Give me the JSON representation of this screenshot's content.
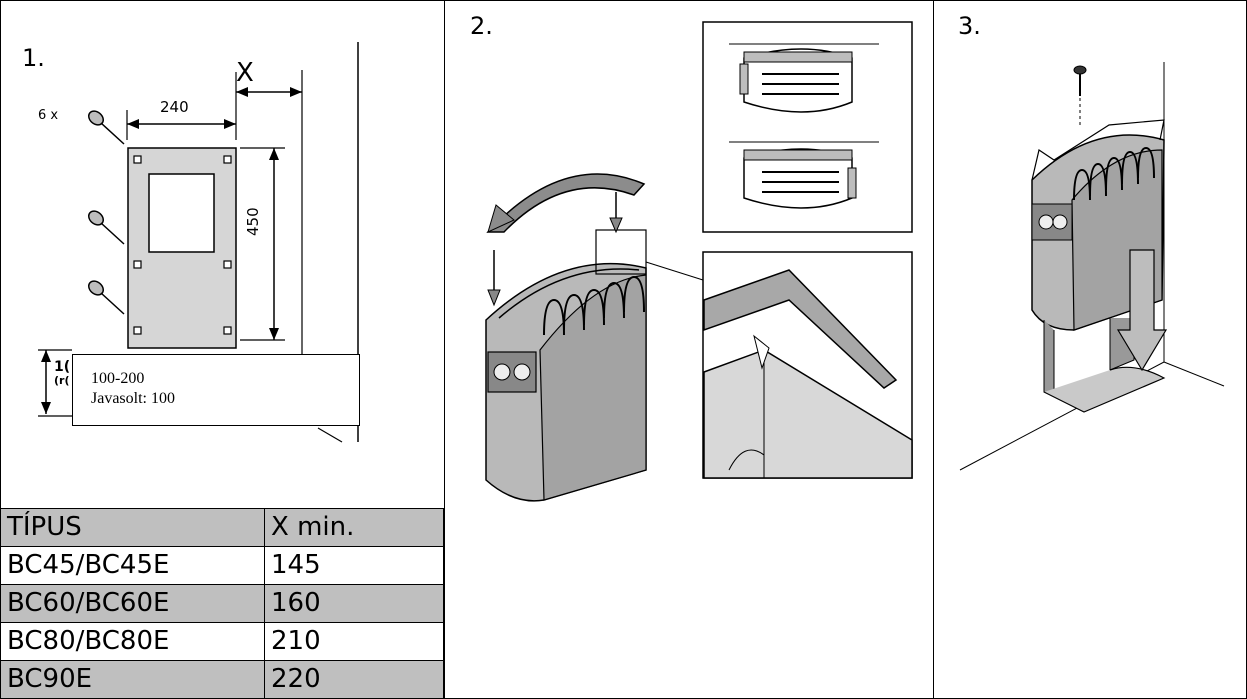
{
  "steps": {
    "step1_label": "1.",
    "step2_label": "2.",
    "step3_label": "3."
  },
  "panel1": {
    "dim_width": "240",
    "dim_height": "450",
    "dim_x": "X",
    "screw_count": "6 x",
    "partial_left_label_1": "1(",
    "partial_left_label_2": "(r(",
    "callout_line1": "100-200",
    "callout_line2": "Javasolt: 100"
  },
  "table": {
    "headers": [
      "TÍPUS",
      "X min."
    ],
    "rows": [
      [
        "BC45/BC45E",
        "145"
      ],
      [
        "BC60/BC60E",
        "160"
      ],
      [
        "BC80/BC80E",
        "210"
      ],
      [
        "BC90E",
        "220"
      ]
    ]
  },
  "colors": {
    "shade": "#bfbfbf",
    "heater_gray": "#b9b9b9",
    "plate_gray": "#d6d6d6"
  }
}
